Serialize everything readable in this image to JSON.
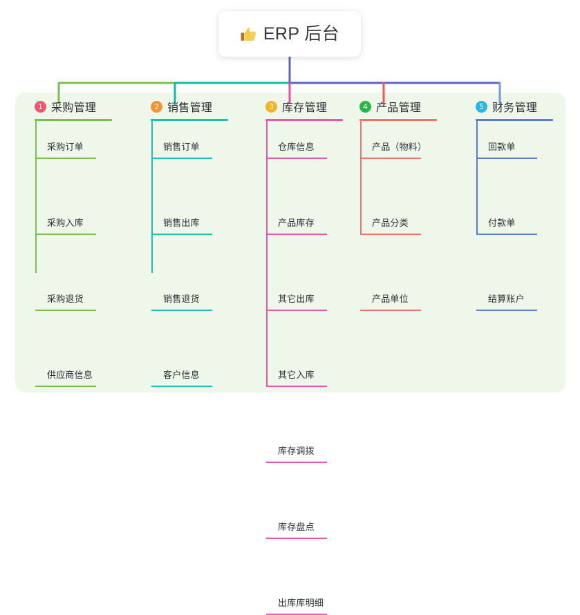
{
  "root": {
    "icon": "thumbs-up-icon",
    "title": "ERP 后台"
  },
  "colors": {
    "board_bg": "#eef7ea",
    "card_bg": "#ffffff",
    "text": "#2f3238",
    "bus_left_green": "#7cbe4f",
    "bus_mid_teal": "#17b7ae",
    "bus_right_blue": "#5b63c4"
  },
  "columns": [
    {
      "index": "1",
      "title": "采购管理",
      "badge_color": "#f2556e",
      "line_color": "#7cbe4f",
      "drop_color": "#7cbe4f",
      "items": [
        "采购订单",
        "采购入库",
        "采购退货",
        "供应商信息"
      ]
    },
    {
      "index": "2",
      "title": "销售管理",
      "badge_color": "#f49432",
      "line_color": "#1fc0b4",
      "drop_color": "#17b7ae",
      "items": [
        "销售订单",
        "销售出库",
        "销售退货",
        "客户信息"
      ]
    },
    {
      "index": "3",
      "title": "库存管理",
      "badge_color": "#f6b322",
      "line_color": "#e85aa8",
      "drop_color": "#ea4d9e",
      "items": [
        "仓库信息",
        "产品库存",
        "其它出库",
        "其它入库",
        "库存调拨",
        "库存盘点",
        "出库库明细"
      ]
    },
    {
      "index": "4",
      "title": "产品管理",
      "badge_color": "#27b64a",
      "line_color": "#f4726c",
      "drop_color": "#f4564f",
      "items": [
        "产品（物料）",
        "产品分类",
        "产品单位"
      ]
    },
    {
      "index": "5",
      "title": "财务管理",
      "badge_color": "#2ab4e2",
      "line_color": "#5b7fd0",
      "drop_color": "#7d93dd",
      "items": [
        "回款单",
        "付款单",
        "结算账户"
      ]
    }
  ]
}
